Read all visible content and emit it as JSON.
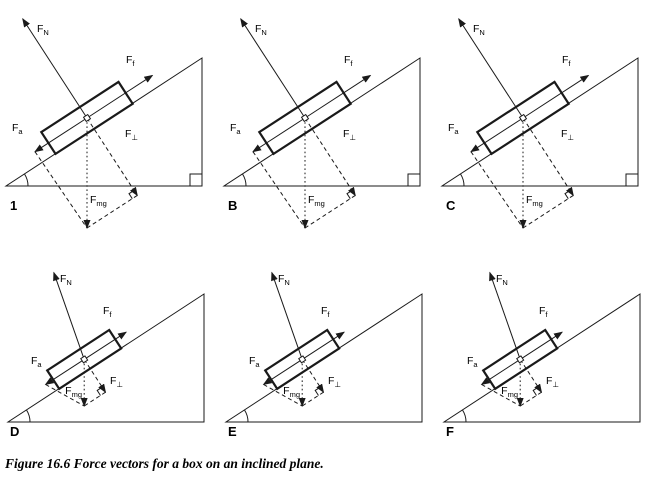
{
  "caption": "Figure 16.6 Force vectors for a box on an inclined plane.",
  "labels": {
    "force": "F",
    "sub_n": "N",
    "sub_f": "f",
    "sub_a": "a",
    "sub_perp": "⊥",
    "sub_mg": "mg"
  },
  "panels": [
    {
      "label": "1"
    },
    {
      "label": "B"
    },
    {
      "label": "C"
    },
    {
      "label": "D"
    },
    {
      "label": "E"
    },
    {
      "label": "F"
    }
  ]
}
